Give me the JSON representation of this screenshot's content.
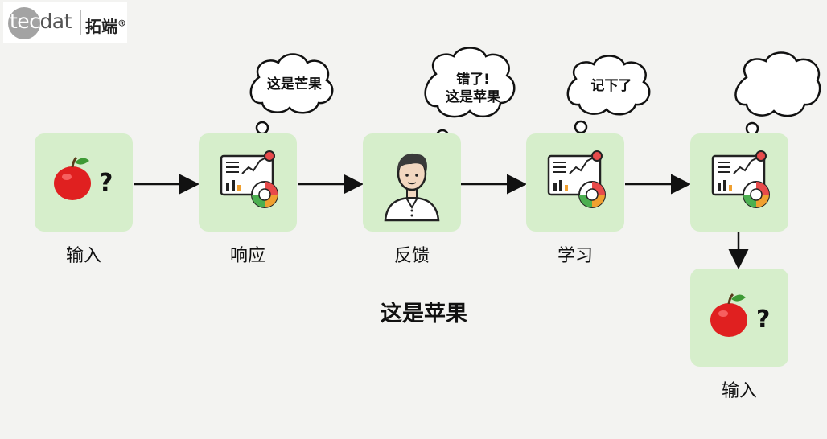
{
  "logo": {
    "text_en_a": "tec",
    "text_en_b": "dat",
    "text_cn": "拓端",
    "mark": "®"
  },
  "nodes": [
    {
      "label": "输入",
      "icon": "apple-question-icon"
    },
    {
      "label": "响应",
      "icon": "model-dashboard-icon",
      "thought": [
        "这是芒果"
      ]
    },
    {
      "label": "反馈",
      "icon": "person-icon",
      "thought": [
        "错了!",
        "这是苹果"
      ]
    },
    {
      "label": "学习",
      "icon": "model-dashboard-icon",
      "thought": [
        "记下了"
      ]
    },
    {
      "label": "",
      "icon": "model-dashboard-icon",
      "thought": []
    },
    {
      "label": "输入",
      "icon": "apple-question-icon"
    }
  ],
  "question_mark": "?",
  "caption": "这是苹果",
  "colors": {
    "box": "#d6eecb",
    "apple": "#e02020",
    "leaf": "#3e9a35",
    "arrow": "#111111"
  }
}
